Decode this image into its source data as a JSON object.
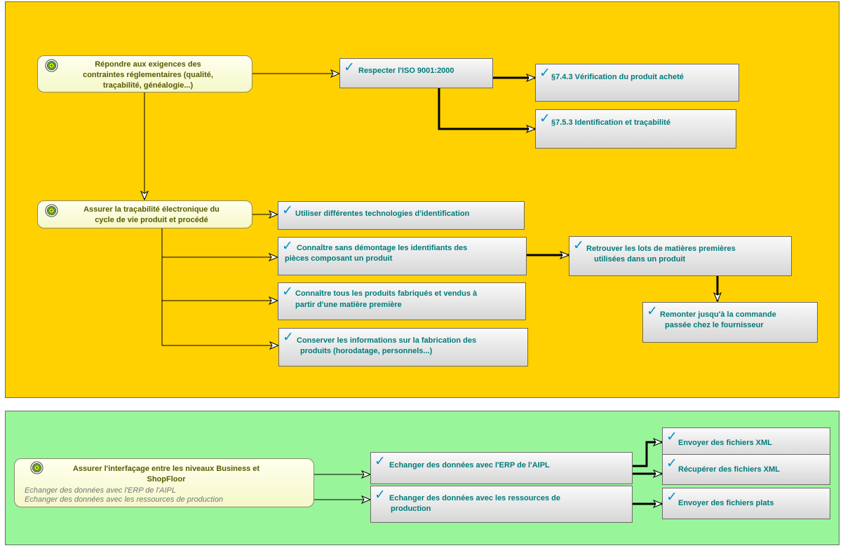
{
  "goals": {
    "regulatory": "Répondre aux exigences des contraintes réglementaires (qualité, traçabilité, généalogie...)",
    "traceability": "Assurer la traçabilité électronique du cycle de vie produit et procédé",
    "interface": "Assurer l'interfaçage entre les niveaux Business et ShopFloor",
    "interface_sub": [
      "Echanger des données avec l'ERP de l'AIPL",
      "Echanger des données avec les ressources de production"
    ]
  },
  "tasks": {
    "iso": "Respecter l'ISO 9001:2000",
    "s743": "§7.4.3 Vérification du produit acheté",
    "s753": "§7.5.3 Identification et traçabilité",
    "identification_tech": "Utiliser différentes technologies d'identification",
    "know_identifiers": [
      "Connaître sans démontage les identifiants des",
      "pièces composant un produit"
    ],
    "know_products": [
      "Connaître tous les produits fabriqués et vendus à",
      "partir d'une matière première"
    ],
    "keep_info": [
      "Conserver les informations sur la fabrication des",
      "produits (horodatage, personnels...)"
    ],
    "find_lots": [
      "Retrouver les lots de matières premières",
      "utilisées dans un produit"
    ],
    "trace_order": [
      "Remonter jusqu'à la commande",
      "passée chez le fournisseur"
    ],
    "erp_exchange": "Echanger des données avec l'ERP de l'AIPL",
    "resources_exchange": [
      "Echanger des données avec les ressources de",
      "production"
    ],
    "send_xml": "Envoyer des fichiers XML",
    "get_xml": "Récupérer des fichiers XML",
    "send_flat": "Envoyer des fichiers plats"
  },
  "icons": {
    "goal": "target-icon",
    "task": "checkmark-icon",
    "check_glyph": "✓"
  },
  "colors": {
    "yellow_region": "#ffd100",
    "green_region": "#99f599",
    "task_text": "#007a7a",
    "goal_text": "#5a5a00",
    "check": "#0090c8"
  }
}
